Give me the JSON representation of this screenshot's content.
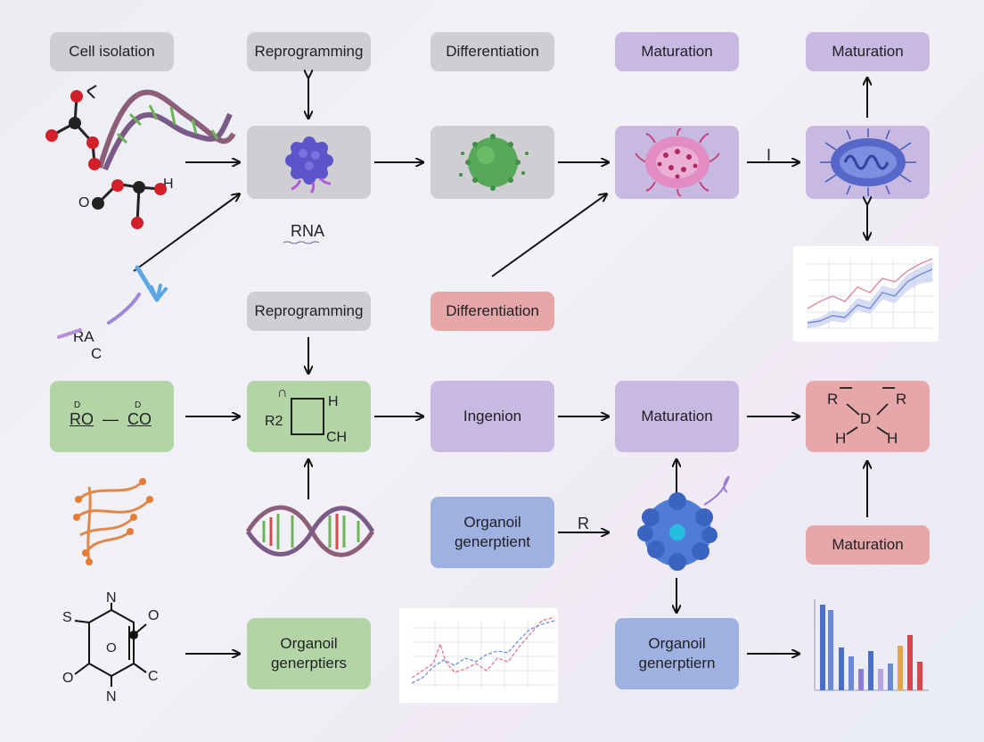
{
  "boxes": {
    "cell_isolation": "Cell isolation",
    "reprogramming_top": "Reprogramming",
    "differentiation_top": "Differentiation",
    "maturation_top1": "Maturation",
    "maturation_top2": "Maturation",
    "reprogramming_mid": "Reprogramming",
    "differentiation_mid": "Differentiation",
    "ingenion": "Ingenion",
    "maturation_mid": "Maturation",
    "organoid_generptient": "Organoil\ngenerptient",
    "maturation_right": "Maturation",
    "organoid_generptiers": "Organoil\ngenerptiers",
    "organoid_generptiern": "Organoil\ngenerptiern"
  },
  "labels": {
    "rna": "RNA",
    "arrow_i": "I",
    "arrow_r": "R",
    "ra_c_1": "RA",
    "ra_c_2": "C"
  },
  "chemistry": {
    "ro_co_left": "RO",
    "ro_co_dash": "—",
    "ro_co_right": "CO",
    "d_small_1": "D",
    "d_small_2": "D",
    "r2": "R2",
    "n_top": "∩",
    "h_right": "H",
    "ch": "CH",
    "r_left": "R",
    "r_right": "R",
    "d_center": "D",
    "h_bl": "H",
    "h_br": "H",
    "hex_n_top": "N",
    "hex_s": "S",
    "hex_o_right": "O",
    "hex_o_center": "O",
    "hex_o_left": "O",
    "hex_n_bottom": "N",
    "hex_c": "C",
    "mol_o_left": "O",
    "mol_h": "H"
  },
  "colors": {
    "gray": "#cfcfd3",
    "purple": "#c7b9e2",
    "red": "#e6a7a8",
    "green": "#b3d5a6",
    "blue": "#9eb1e0"
  }
}
